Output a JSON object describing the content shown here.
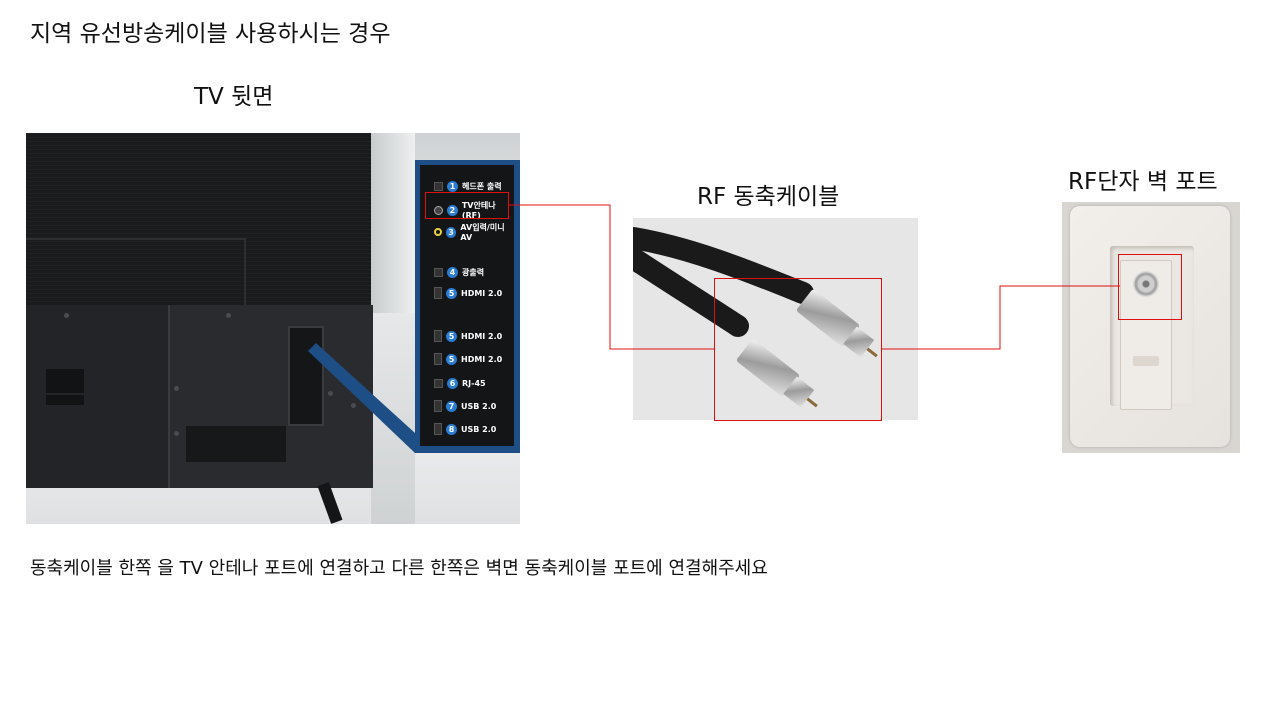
{
  "slide": {
    "title": "지역 유선방송케이블 사용하시는 경우",
    "instruction": "동축케이블 한쪽 을 TV 안테나 포트에 연결하고 다른 한쪽은 벽면 동축케이블 포트에 연결해주세요"
  },
  "labels": {
    "tv_back": "TV 뒷면",
    "rf_cable": "RF 동축케이블",
    "wall_port": "RF단자 벽 포트"
  },
  "tv_ports": [
    {
      "num": "1",
      "label": "헤드폰 출력",
      "icon": "headphone-jack"
    },
    {
      "num": "2",
      "label": "TV안테나(RF)",
      "icon": "rf-jack"
    },
    {
      "num": "3",
      "label": "AV입력/미니AV",
      "icon": "av-jack"
    },
    {
      "num": "4",
      "label": "광출력",
      "icon": "optical-port"
    },
    {
      "num": "5",
      "label": "HDMI 2.0",
      "icon": "hdmi-port"
    },
    {
      "num": "5",
      "label": "HDMI 2.0",
      "icon": "hdmi-port"
    },
    {
      "num": "5",
      "label": "HDMI 2.0",
      "icon": "hdmi-port"
    },
    {
      "num": "6",
      "label": "RJ-45",
      "icon": "ethernet-port"
    },
    {
      "num": "7",
      "label": "USB 2.0",
      "icon": "usb-port"
    },
    {
      "num": "8",
      "label": "USB 2.0",
      "icon": "usb-port"
    }
  ],
  "colors": {
    "highlight": "#e01010",
    "panel_border": "#1d4e86",
    "port_number": "#2b7cd3"
  }
}
